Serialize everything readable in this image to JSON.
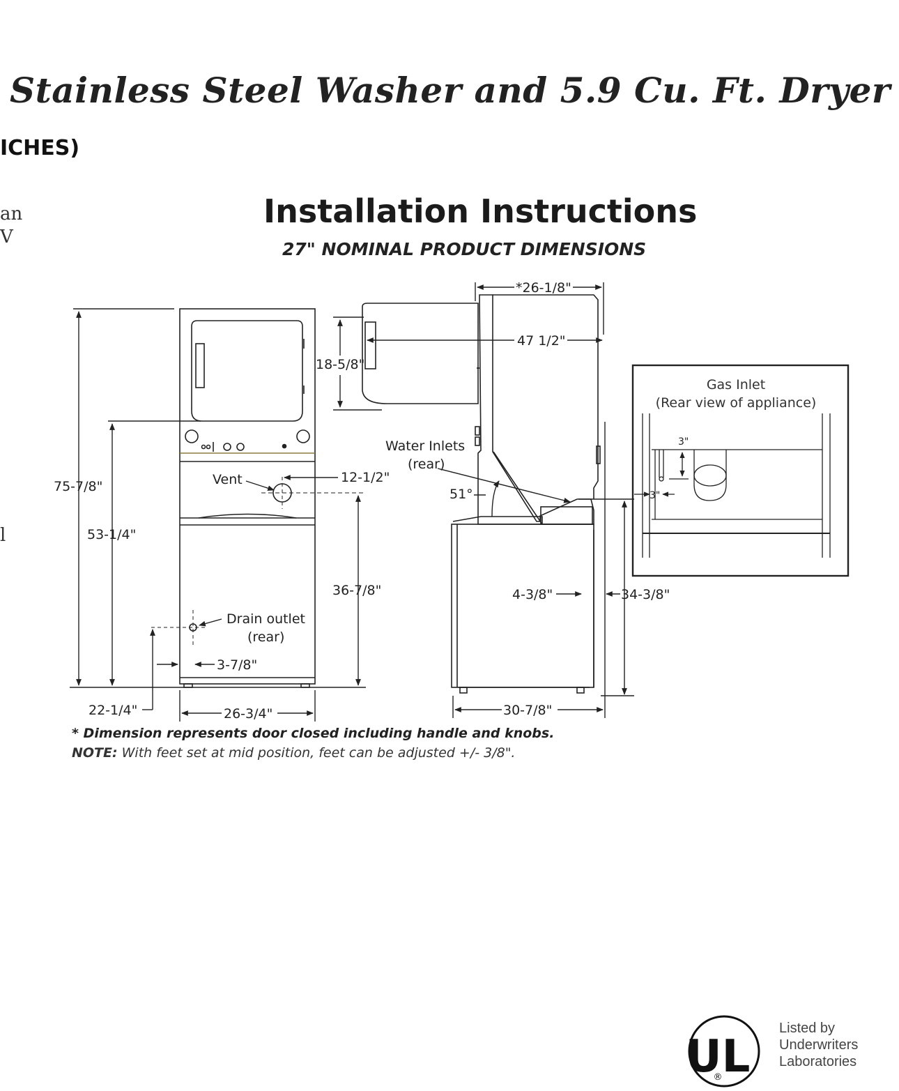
{
  "header": {
    "title": "Stainless Steel Washer and 5.9 Cu. Ft. Dryer",
    "units_fragment": "ICHES)",
    "left_fragments": [
      "an",
      "V",
      "l"
    ]
  },
  "instructions": {
    "title": "Installation Instructions",
    "subtitle": "27\" NOMINAL PRODUCT DIMENSIONS"
  },
  "front_view": {
    "overall_height": "75-7/8\"",
    "washer_top_height": "53-1/4\"",
    "vent_height": "36-7/8\"",
    "drain_height": "22-1/4\"",
    "width": "26-3/4\"",
    "vent_label": "Vent",
    "vent_offset": "12-1/2\"",
    "drain_label_line1": "Drain outlet",
    "drain_label_line2": "(rear)",
    "drain_offset": "3-7/8\""
  },
  "side_view": {
    "depth_closed": "*26-1/8\"",
    "door_open_depth": "47 1/2\"",
    "door_height": "18-5/8\"",
    "water_inlets_line1": "Water Inlets",
    "water_inlets_line2": "(rear)",
    "lid_angle": "51°",
    "inlet_offset": "4-3/8\"",
    "inlet_height": "34-3/8\"",
    "depth": "30-7/8\""
  },
  "gas_inlet": {
    "title_line1": "Gas Inlet",
    "title_line2": "(Rear view of appliance)",
    "vertical_offset": "3\"",
    "horizontal_offset": "3\""
  },
  "notes": {
    "note1": "* Dimension represents door closed including handle and knobs.",
    "note2_label": "NOTE:",
    "note2_text": " With feet set at mid position, feet can be adjusted +/- 3/8\"."
  },
  "ul_logo": {
    "letters": "UL",
    "registered": "®",
    "line1": "Listed by",
    "line2": "Underwriters",
    "line3": "Laboratories"
  },
  "colors": {
    "line": "#222222",
    "text": "#222222"
  }
}
